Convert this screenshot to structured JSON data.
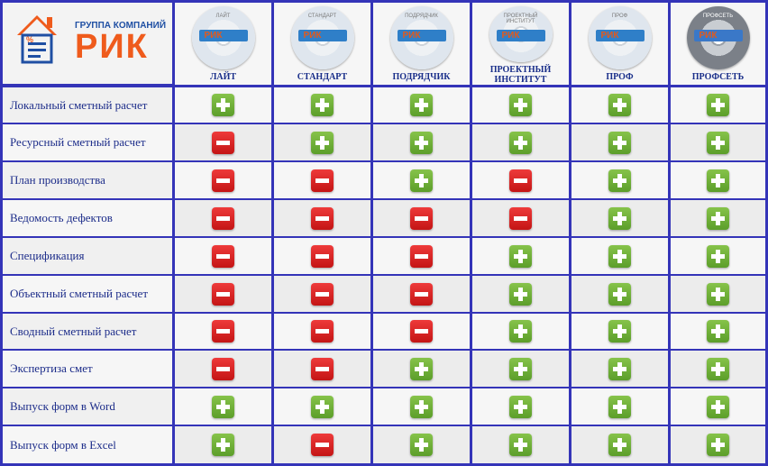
{
  "logo": {
    "group_text": "ГРУППА КОМПАНИЙ",
    "brand_text": "РИК"
  },
  "colors": {
    "brand_orange": "#ef5b1c",
    "brand_blue": "#1f4fa3",
    "plus_green": "#6db33f",
    "minus_red": "#d9211f",
    "grid_blue": "#3434b8"
  },
  "products": [
    {
      "label": "ЛАЙТ",
      "disc_caption": "ЛАЙТ",
      "disc_brand": "РИК",
      "dark": false
    },
    {
      "label": "СТАНДАРТ",
      "disc_caption": "СТАНДАРТ",
      "disc_brand": "РИК",
      "dark": false
    },
    {
      "label": "ПОДРЯДЧИК",
      "disc_caption": "ПОДРЯДЧИК",
      "disc_brand": "РИК",
      "dark": false
    },
    {
      "label": "ПРОЕКТНЫЙ ИНСТИТУТ",
      "disc_caption": "ПРОЕКТНЫЙ ИНСТИТУТ",
      "disc_brand": "РИК",
      "dark": false
    },
    {
      "label": "ПРОФ",
      "disc_caption": "ПРОФ",
      "disc_brand": "РИК",
      "dark": false
    },
    {
      "label": "ПРОФСЕТЬ",
      "disc_caption": "ПРОФСЕТЬ",
      "disc_brand": "РИК",
      "dark": true
    }
  ],
  "features": [
    {
      "label": "Локальный сметный расчет",
      "marks": [
        "plus",
        "plus",
        "plus",
        "plus",
        "plus",
        "plus"
      ]
    },
    {
      "label": "Ресурсный сметный расчет",
      "marks": [
        "minus",
        "plus",
        "plus",
        "plus",
        "plus",
        "plus"
      ]
    },
    {
      "label": "План производства",
      "marks": [
        "minus",
        "minus",
        "plus",
        "minus",
        "plus",
        "plus"
      ]
    },
    {
      "label": "Ведомость дефектов",
      "marks": [
        "minus",
        "minus",
        "minus",
        "minus",
        "plus",
        "plus"
      ]
    },
    {
      "label": "Спецификация",
      "marks": [
        "minus",
        "minus",
        "minus",
        "plus",
        "plus",
        "plus"
      ]
    },
    {
      "label": "Объектный сметный расчет",
      "marks": [
        "minus",
        "minus",
        "minus",
        "plus",
        "plus",
        "plus"
      ]
    },
    {
      "label": "Сводный сметный расчет",
      "marks": [
        "minus",
        "minus",
        "minus",
        "plus",
        "plus",
        "plus"
      ]
    },
    {
      "label": "Экспертиза смет",
      "marks": [
        "minus",
        "minus",
        "plus",
        "plus",
        "plus",
        "plus"
      ]
    },
    {
      "label": "Выпуск форм в Word",
      "marks": [
        "plus",
        "plus",
        "plus",
        "plus",
        "plus",
        "plus"
      ]
    },
    {
      "label": "Выпуск форм в Excel",
      "marks": [
        "plus",
        "minus",
        "plus",
        "plus",
        "plus",
        "plus"
      ]
    }
  ]
}
